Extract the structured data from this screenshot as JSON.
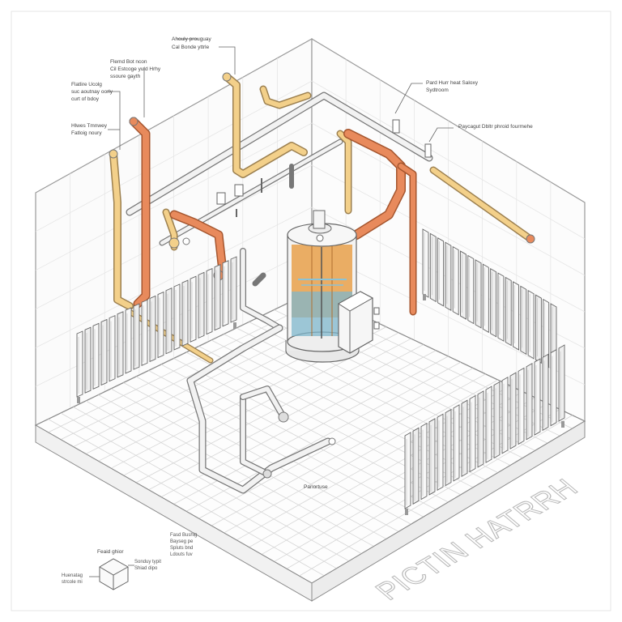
{
  "colors": {
    "hot_pipe": "#e88a5c",
    "warm_pipe": "#f3d08a",
    "cold_pipe": "#f2f2f2",
    "tank_fill": "#e8a04a",
    "tank_water": "#7fb7cc",
    "grid_line": "#d6d6d6",
    "ink": "#555555"
  },
  "annotations": {
    "top_center": [
      "Ahouly prouguay",
      "Cal Bonde yttrle"
    ],
    "upper_left": [
      "Flemd Bot ncon",
      "Cil Estcoge yuld Hrhy",
      "ssoure gayth"
    ],
    "left_1": [
      "Flatlire Ucolg",
      "suc aoutnay oorly",
      "curt of bdoy"
    ],
    "left_2": [
      "Hlwes Tmnwey",
      "Fatloig noury"
    ],
    "right_top": [
      "Pard Hurr heat Saloxy",
      "Sydtroom"
    ],
    "right_mid": "Paycagut Dbltr phroid fourmehe",
    "center_floor": "Panortuse",
    "legend_title": "Feaid ghior",
    "legend_left": [
      "Huenatag",
      "strcole mi"
    ],
    "legend_right": [
      "Sonduy typit",
      "Shiad dipo"
    ],
    "legend_top": [
      "Fasd Bushig",
      "Bayseg pe",
      "Spluts bnd",
      "Ldouts fuv"
    ]
  },
  "title": "PICTIN HATRRH"
}
